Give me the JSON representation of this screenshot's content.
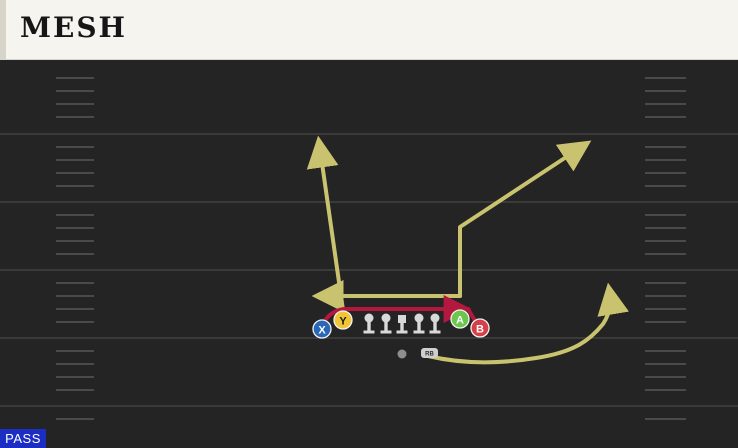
{
  "play": {
    "title": "MESH",
    "type_label": "PASS"
  },
  "colors": {
    "title_bg": "#f5f4ef",
    "title_text": "#161616",
    "field_bg": "#242424",
    "yard_line": "#3a3a3a",
    "hash_mark": "#4a4a4a",
    "route_primary": "#c9c36f",
    "route_mesh": "#b3193f",
    "lineman": "#d9d9d9",
    "x_button": "#2b67b7",
    "y_button": "#f0c636",
    "a_button": "#6ac64c",
    "b_button": "#d63f47",
    "rb_tag": "#cfcfcf",
    "pass_badge": "#1b2dc3"
  },
  "players": [
    {
      "id": "x",
      "label": "X",
      "icon": "x-button-icon"
    },
    {
      "id": "y",
      "label": "Y",
      "icon": "y-button-icon"
    },
    {
      "id": "a",
      "label": "A",
      "icon": "a-button-icon"
    },
    {
      "id": "b",
      "label": "B",
      "icon": "b-button-icon"
    },
    {
      "id": "rb",
      "label": "RB",
      "icon": "rb-tag-icon"
    }
  ],
  "icons": [
    "arrow-icon",
    "lineman-icon",
    "quarterback-icon",
    "route-icon",
    "x-button-icon",
    "y-button-icon",
    "a-button-icon",
    "b-button-icon",
    "rb-tag-icon"
  ]
}
